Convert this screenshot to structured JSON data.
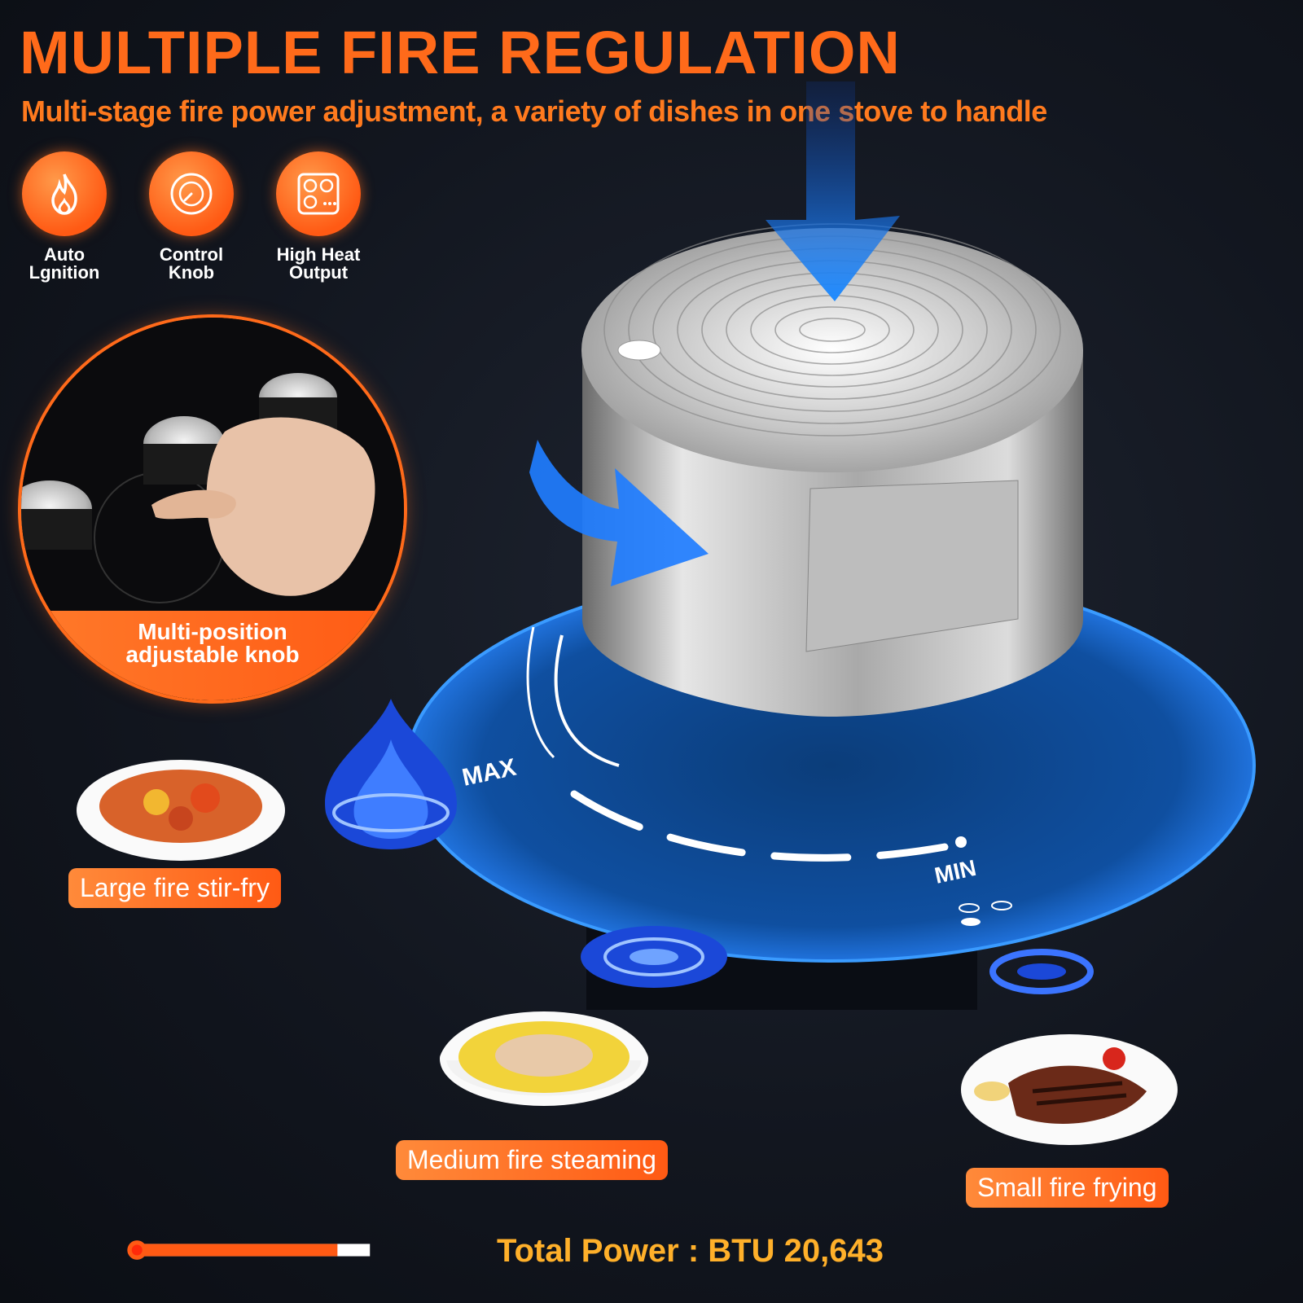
{
  "title": "MULTIPLE FIRE REGULATION",
  "subtitle": "Multi-stage fire power adjustment, a variety of dishes in one stove to handle",
  "features": [
    {
      "label_line1": "Auto",
      "label_line2": "Lgnition",
      "icon": "flame-icon"
    },
    {
      "label_line1": "Control",
      "label_line2": "Knob",
      "icon": "knob-icon"
    },
    {
      "label_line1": "High Heat",
      "label_line2": "Output",
      "icon": "burners-icon"
    }
  ],
  "knob_caption": {
    "line1": "Multi-position",
    "line2": "adjustable knob"
  },
  "dial": {
    "max_label": "MAX",
    "min_label": "MIN"
  },
  "fire_modes": [
    {
      "label": "Large fire stir-fry"
    },
    {
      "label": "Medium fire steaming"
    },
    {
      "label": "Small fire frying"
    }
  ],
  "power": {
    "text": "Total Power : BTU 20,643",
    "fill_fraction": 0.86
  },
  "colors": {
    "accent": "#ff6a1a",
    "blue": "#1e6fd9",
    "flame": "#2b6bff"
  }
}
